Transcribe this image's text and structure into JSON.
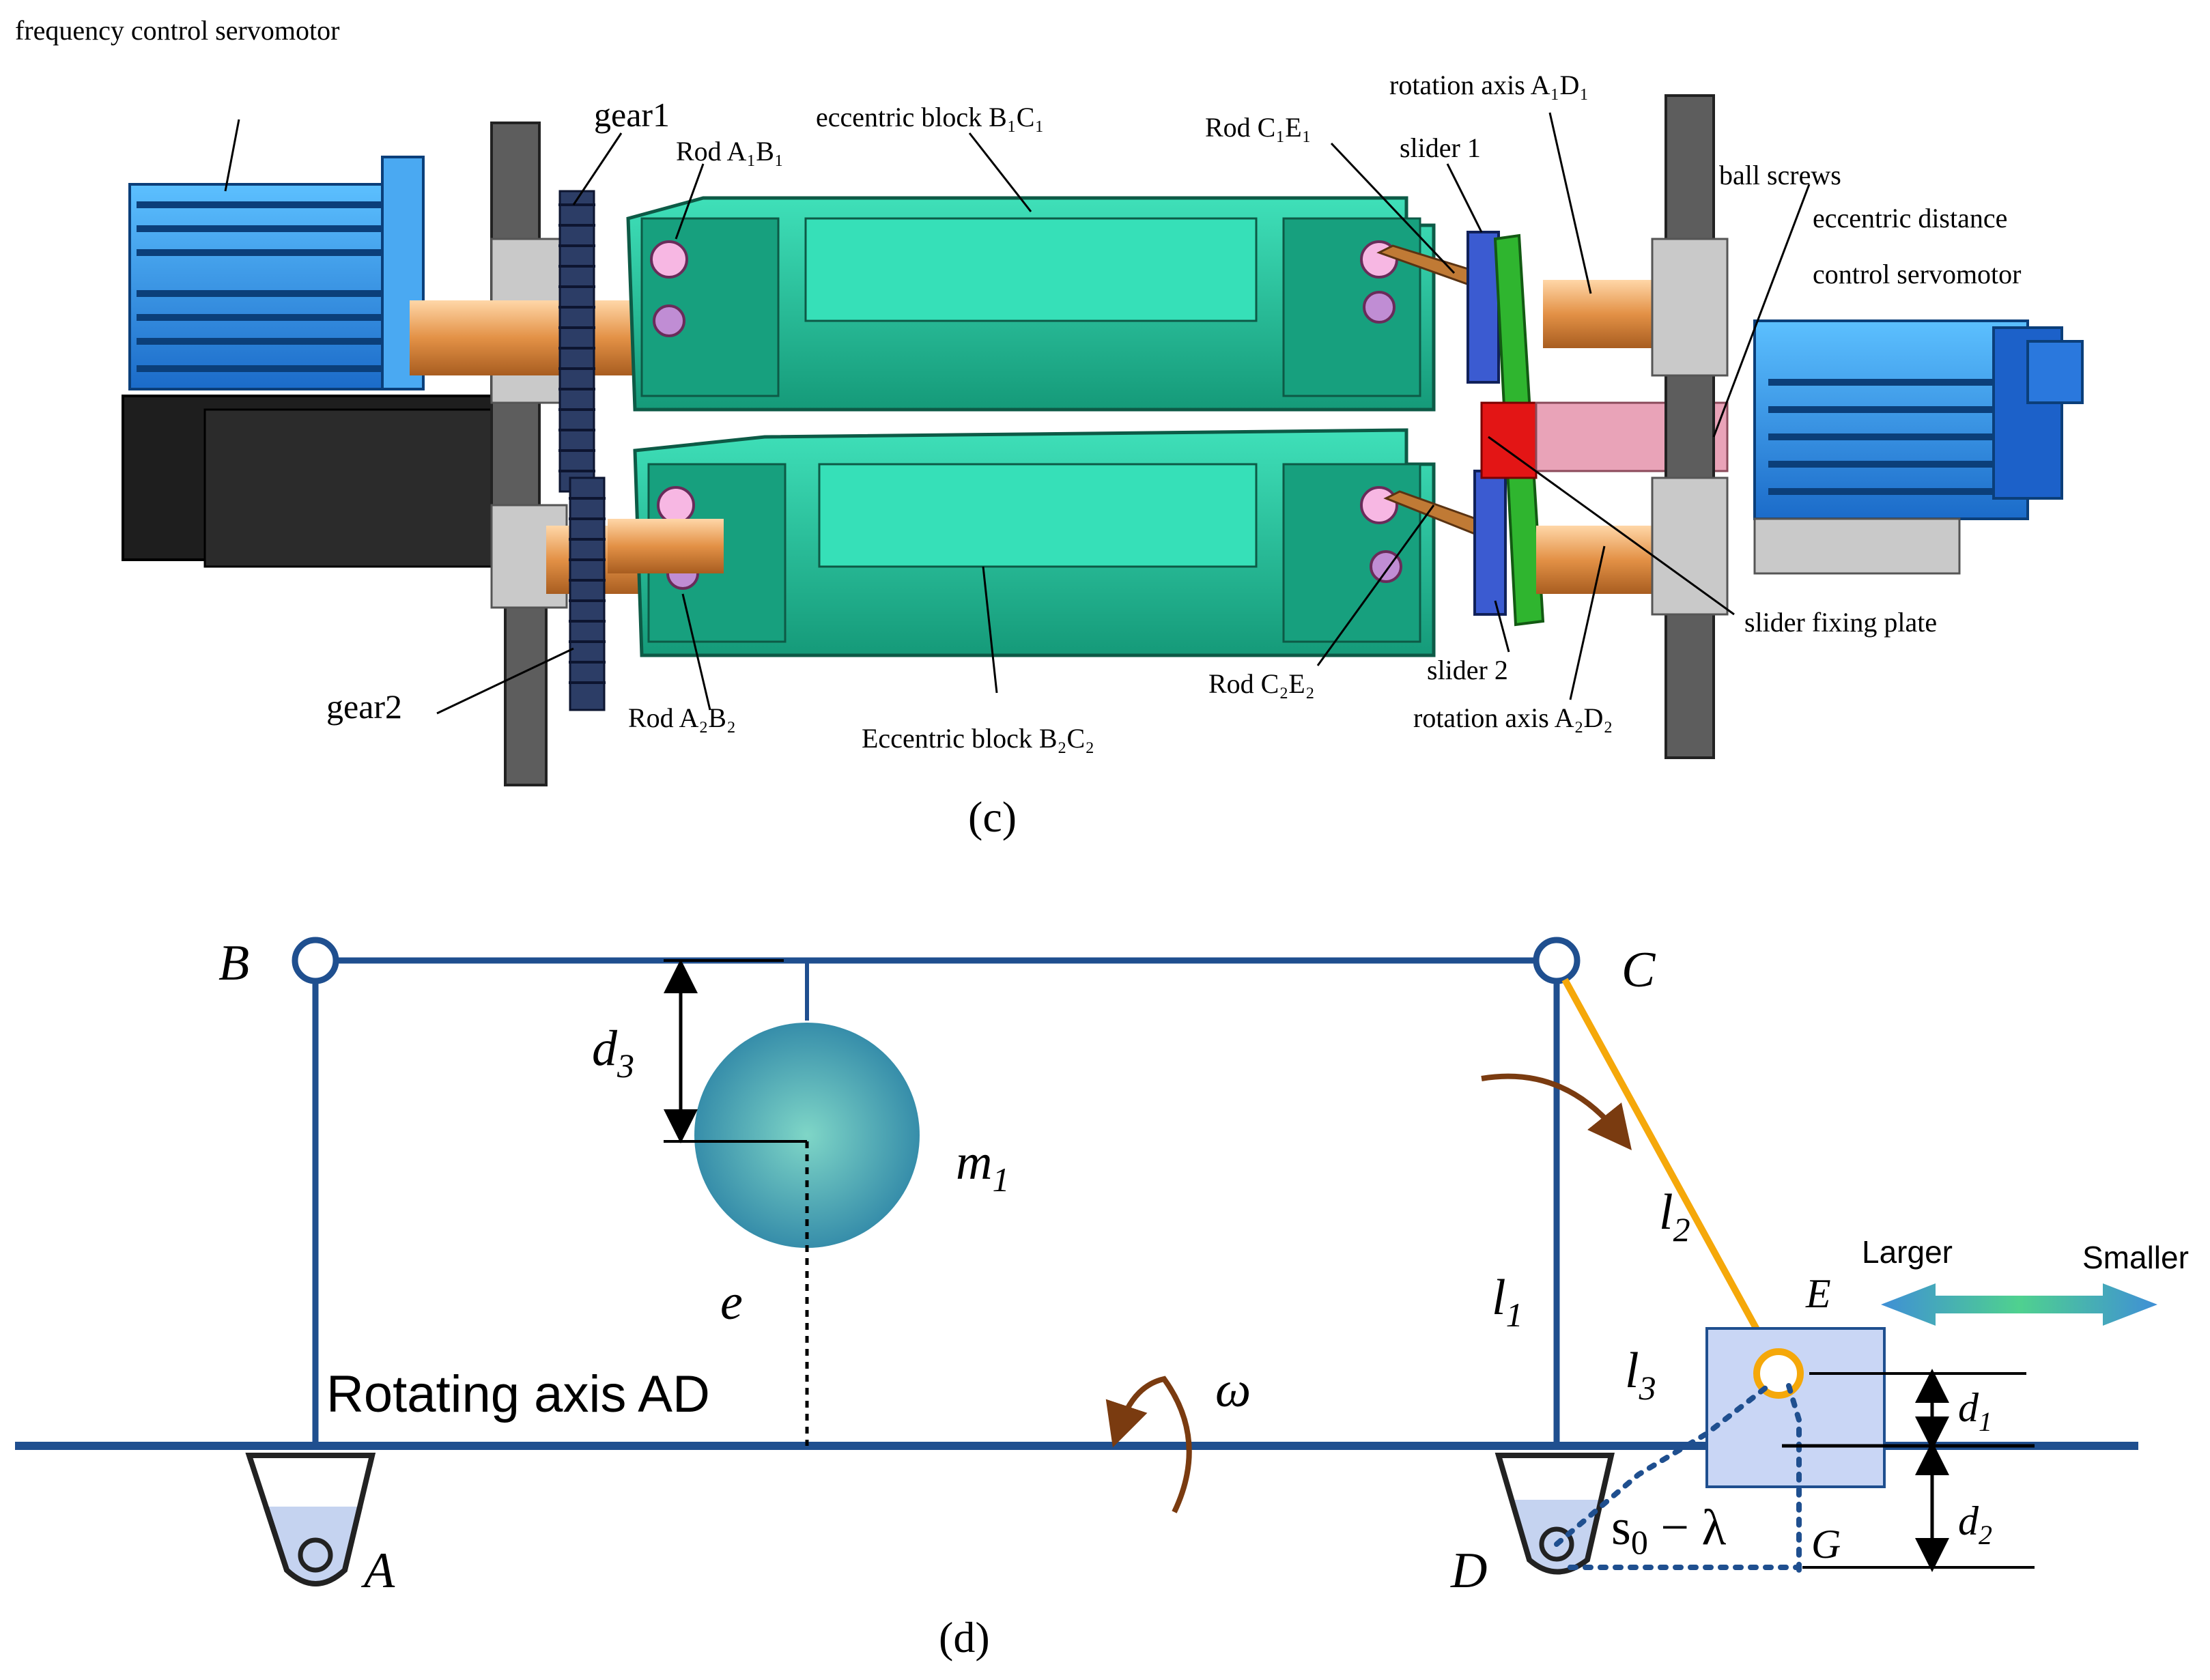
{
  "panel_c": {
    "caption": "(c)",
    "labels": {
      "freq_motor": "frequency control servomotor",
      "gear1": "gear1",
      "rod_a1b1": "Rod A₁B₁",
      "ecc_block_b1c1": "eccentric block B₁C₁",
      "rod_c1e1": "Rod C₁E₁",
      "rotation_axis_a1d1": "rotation axis A₁D₁",
      "slider1": "slider 1",
      "ball_screws": "ball screws",
      "ecc_distance": "eccentric distance",
      "control_servomotor": "control servomotor",
      "slider_fixing_plate": "slider fixing plate",
      "gear2": "gear2",
      "rod_a2b2": "Rod A₂B₂",
      "ecc_block_b2c2": "Eccentric block B₂C₂",
      "rod_c2e2": "Rod C₂E₂",
      "slider2": "slider 2",
      "rotation_axis_a2d2": "rotation axis A₂D₂"
    }
  },
  "panel_d": {
    "caption": "(d)",
    "points": {
      "A": "A",
      "B": "B",
      "C": "C",
      "D": "D",
      "E": "E",
      "G": "G"
    },
    "symbols": {
      "d3": "d",
      "d3_sub": "3",
      "m1": "m",
      "m1_sub": "1",
      "e": "e",
      "l1": "l",
      "l1_sub": "1",
      "l2": "l",
      "l2_sub": "2",
      "l3": "l",
      "l3_sub": "3",
      "d1": "d",
      "d1_sub": "1",
      "d2": "d",
      "d2_sub": "2",
      "omega": "ω",
      "s0_lambda": "s",
      "s0_sub": "0",
      "s0_rest": " − λ"
    },
    "axis_label": "Rotating axis AD",
    "larger": "Larger",
    "smaller": "Smaller"
  },
  "colors": {
    "frame_blue": "#1f4f8f",
    "rod_orange": "#f5a80a",
    "slider_fill": "#c9d6f5",
    "block_green": "#1fb98e",
    "motor_blue": "#3aa8ef",
    "shaft_orange": "#e8a05a",
    "arrow_brown": "#7a3b10"
  }
}
